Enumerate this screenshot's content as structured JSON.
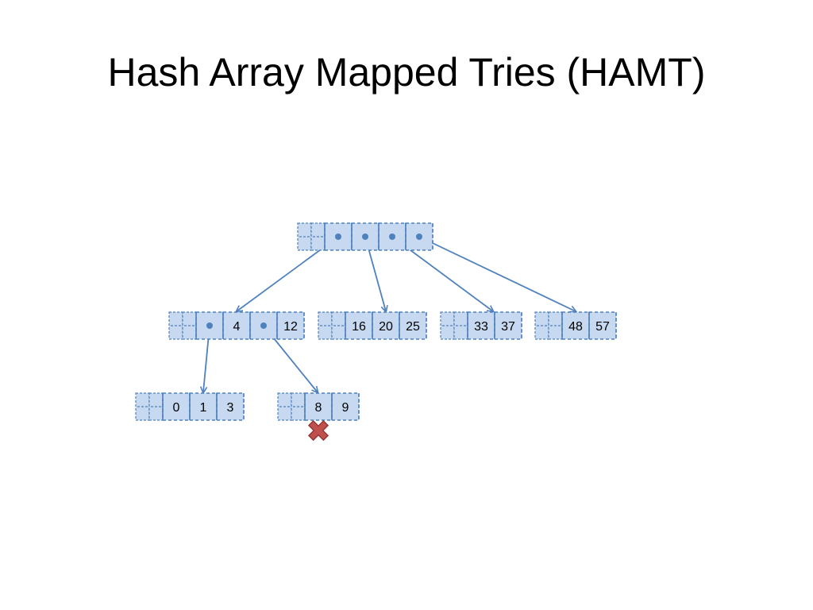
{
  "title": "Hash Array Mapped Tries (HAMT)",
  "colors": {
    "cell_fill": "#c6d9f1",
    "cell_border": "#4f81bd",
    "edge": "#4f81bd",
    "delete_marker": "#c0504d"
  },
  "nodes": [
    {
      "id": "root",
      "slots": [
        {
          "ptr": "n4"
        },
        {
          "ptr": "n16"
        },
        {
          "ptr": "n33"
        },
        {
          "ptr": "n48"
        }
      ]
    },
    {
      "id": "n4",
      "slots": [
        {
          "ptr": "n0"
        },
        {
          "text": "4"
        },
        {
          "ptr": "n8"
        },
        {
          "text": "12"
        }
      ]
    },
    {
      "id": "n16",
      "slots": [
        {
          "text": "16"
        },
        {
          "text": "20"
        },
        {
          "text": "25"
        }
      ]
    },
    {
      "id": "n33",
      "slots": [
        {
          "text": "33"
        },
        {
          "text": "37"
        }
      ]
    },
    {
      "id": "n48",
      "slots": [
        {
          "text": "48"
        },
        {
          "text": "57"
        }
      ]
    },
    {
      "id": "n0",
      "slots": [
        {
          "text": "0"
        },
        {
          "text": "1"
        },
        {
          "text": "3"
        }
      ]
    },
    {
      "id": "n8",
      "slots": [
        {
          "text": "8",
          "deleted": true
        },
        {
          "text": "9"
        }
      ]
    }
  ],
  "delete_marker_icon": "red-x-icon"
}
